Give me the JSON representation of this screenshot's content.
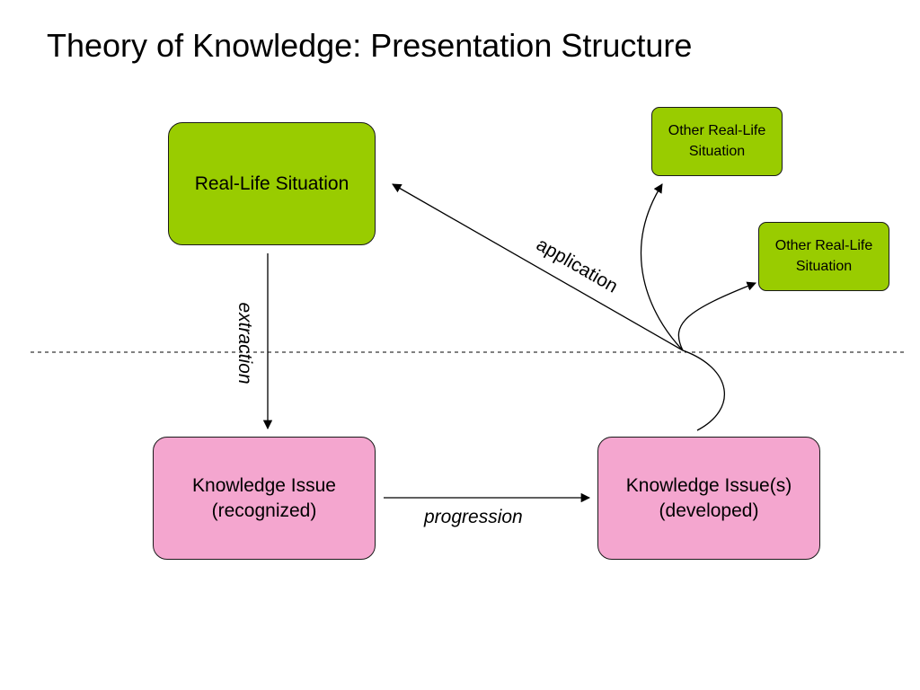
{
  "page": {
    "title": "Theory of Knowledge: Presentation Structure"
  },
  "nodes": {
    "real_life_situation": {
      "label": "Real-Life Situation"
    },
    "knowledge_issue_recognized": {
      "line1": "Knowledge Issue",
      "line2": "(recognized)"
    },
    "knowledge_issues_developed": {
      "line1": "Knowledge Issue(s)",
      "line2": "(developed)"
    },
    "other_situation_top": {
      "line1": "Other Real-Life",
      "line2": "Situation"
    },
    "other_situation_bottom": {
      "line1": "Other Real-Life",
      "line2": "Situation"
    }
  },
  "edges": {
    "extraction": "extraction",
    "progression": "progression",
    "application": "application"
  },
  "colors": {
    "green": "#99cc00",
    "pink": "#f4a6cf",
    "stroke": "#000000"
  }
}
